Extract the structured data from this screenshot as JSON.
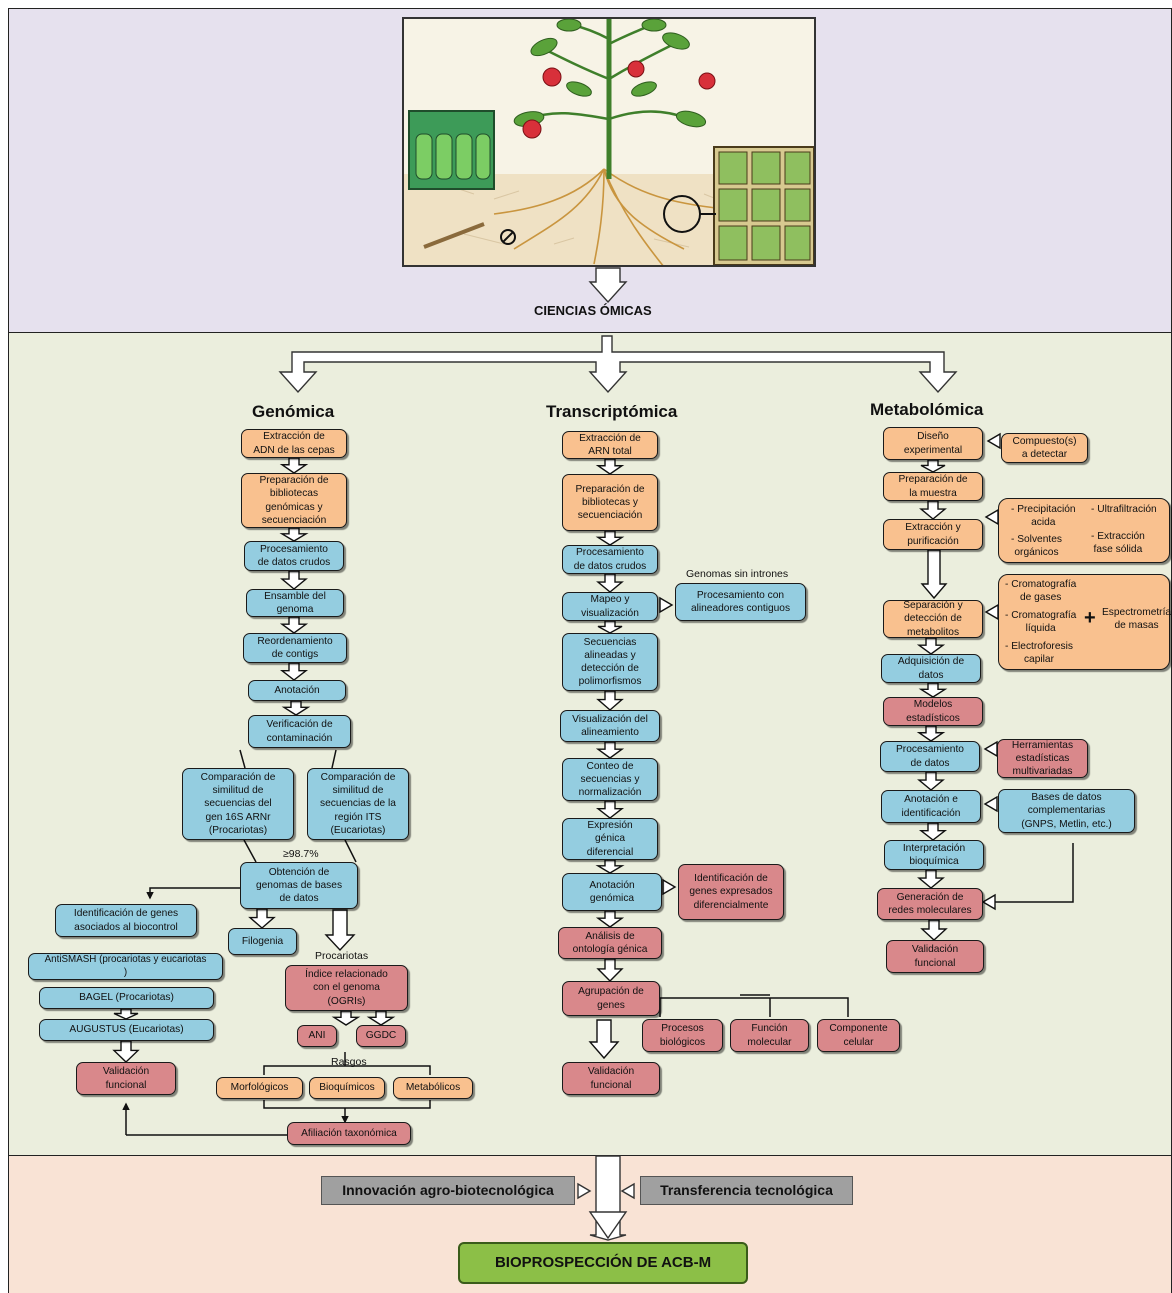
{
  "header": {
    "title": "CIENCIAS ÓMICAS"
  },
  "columns": {
    "genomica": "Genómica",
    "transcriptomica": "Transcriptómica",
    "metabolomica": "Metabolómica"
  },
  "genomica": {
    "extraccion": "Extracción de\nADN de las cepas",
    "preparacion": "Preparación de\nbibliotecas\ngenómicas y\nsecuenciación",
    "procesamiento": "Procesamiento\nde datos crudos",
    "ensamble": "Ensamble del\ngenoma",
    "reordenamiento": "Reordenamiento\nde contigs",
    "anotacion": "Anotación",
    "verificacion": "Verificación de\ncontaminación",
    "comp16s": "Comparación de\nsimilitud de\nsecuencias del\ngen 16S ARNr\n(Procariotas)",
    "compits": "Comparación de\nsimilitud de\nsecuencias de la\nregión ITS\n(Eucariotas)",
    "threshold": "≥98.7%",
    "obtencion": "Obtención de\ngenomas de bases\nde datos",
    "identificacion": "Identificación de genes\nasociados al biocontrol",
    "filogenia": "Filogenia",
    "procariotas_label": "Procariotas",
    "antismash": "AntiSMASH (procariotas y eucariotas\n)",
    "bagel": "BAGEL (Procariotas)",
    "augustus": "AUGUSTUS (Eucariotas)",
    "validacion": "Validación\nfuncional",
    "indice": "Índice relacionado\ncon el genoma\n(OGRIs)",
    "ani": "ANI",
    "ggdc": "GGDC",
    "rasgos": "Rasgos",
    "morfologicos": "Morfológicos",
    "bioquimicos": "Bioquímicos",
    "metabolicos": "Metabólicos",
    "afiliacion": "Afiliación taxonómica"
  },
  "transcriptomica": {
    "extraccion": "Extracción de\nARN total",
    "preparacion": "Preparación de\nbibliotecas y\nsecuenciación",
    "procesamiento": "Procesamiento\nde datos crudos",
    "genomas_label": "Genomas sin intrones",
    "mapeo": "Mapeo y\nvisualización",
    "alineadores": "Procesamiento con\nalineadores contiguos",
    "secuencias": "Secuencias\nalineadas y\ndetección de\npolimorfismos",
    "visualizacion": "Visualización del\nalineamiento",
    "conteo": "Conteo de\nsecuencias y\nnormalización",
    "expresion": "Expresión\ngénica\ndiferencial",
    "anotacion": "Anotación\ngenómica",
    "identificacion": "Identificación de\ngenes expresados\ndiferencialmente",
    "ontologia": "Análisis de\nontología génica",
    "agrupacion": "Agrupación de\ngenes",
    "procesos": "Procesos\nbiológicos",
    "funcion": "Función\nmolecular",
    "componente": "Componente\ncelular",
    "validacion": "Validación\nfuncional"
  },
  "metabolomica": {
    "diseno": "Diseño\nexperimental",
    "compuestos": "Compuesto(s)\na detectar",
    "preparacion": "Preparación de\nla muestra",
    "extraccion": "Extracción y\npurificación",
    "extr_opts": {
      "a": "- Precipitación\nacida",
      "b": "- Ultrafiltración",
      "c": "- Solventes\norgánicos",
      "d": "- Extracción\nfase sólida"
    },
    "separacion": "Separación y\ndetección de\nmetabolitos",
    "sep_opts": {
      "a": "- Cromatografía\nde gases",
      "b": "- Cromatografía\nlíquida",
      "c": "- Electroforesis\ncapilar",
      "plus": "+",
      "d": "Espectrometría\nde masas"
    },
    "adquisicion": "Adquisición de\ndatos",
    "modelos": "Modelos\nestadísticos",
    "procesamiento": "Procesamiento\nde datos",
    "herramientas": "Herramientas\nestadísticas\nmultivariadas",
    "anotacion": "Anotación e\nidentificación",
    "bases": "Bases de datos\ncomplementarias\n(GNPS, Metlin, etc.)",
    "interpretacion": "Interpretación\nbioquímica",
    "generacion": "Generación de\nredes moleculares",
    "validacion": "Validación\nfuncional"
  },
  "footer": {
    "innovacion": "Innovación agro-biotecnológica",
    "transferencia": "Transferencia tecnológica",
    "bioprospeccion": "BIOPROSPECCIÓN DE ACB-M"
  }
}
